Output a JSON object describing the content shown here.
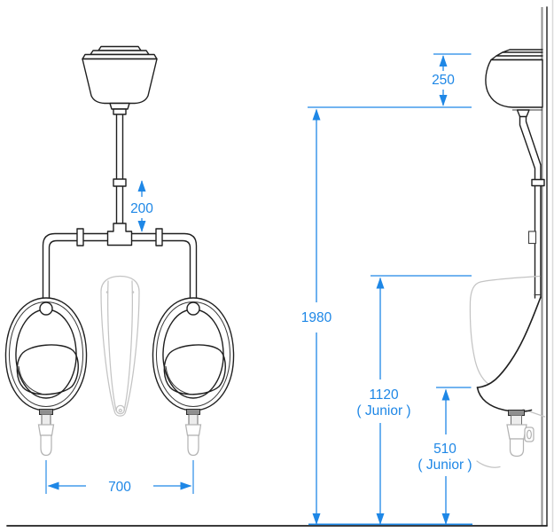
{
  "diagram": {
    "kind": "installation dimension drawing",
    "subject": "wall-hung bowl urinal with auto-flush cistern, front and side elevations",
    "units": "mm",
    "accent_color": "#1e87e6",
    "line_color": "#1f1f1f",
    "ghost_color": "#c4c4c4"
  },
  "dimensions": {
    "flush_pipe_drop": {
      "value": "200"
    },
    "cistern_top_offset": {
      "value": "250"
    },
    "overall_height": {
      "value": "1980"
    },
    "rim_height": {
      "value": "1120",
      "note": "( Junior )"
    },
    "lip_height": {
      "value": "510",
      "note": "( Junior )"
    },
    "bowl_spacing": {
      "value": "700"
    }
  }
}
